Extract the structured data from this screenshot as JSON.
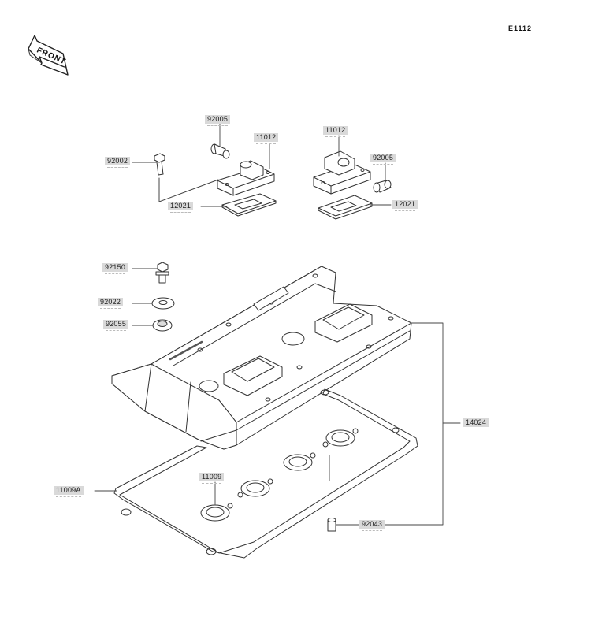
{
  "diagram_id": "E1112",
  "front_label": "FRONT",
  "parts": {
    "p92005a": "92005",
    "p11012a": "11012",
    "p92002": "92002",
    "p12021a": "12021",
    "p11012b": "11012",
    "p92005b": "92005",
    "p12021b": "12021",
    "p92150": "92150",
    "p92022": "92022",
    "p92055": "92055",
    "p14024": "14024",
    "p11009": "11009",
    "p11009a": "11009A",
    "p92043": "92043"
  }
}
